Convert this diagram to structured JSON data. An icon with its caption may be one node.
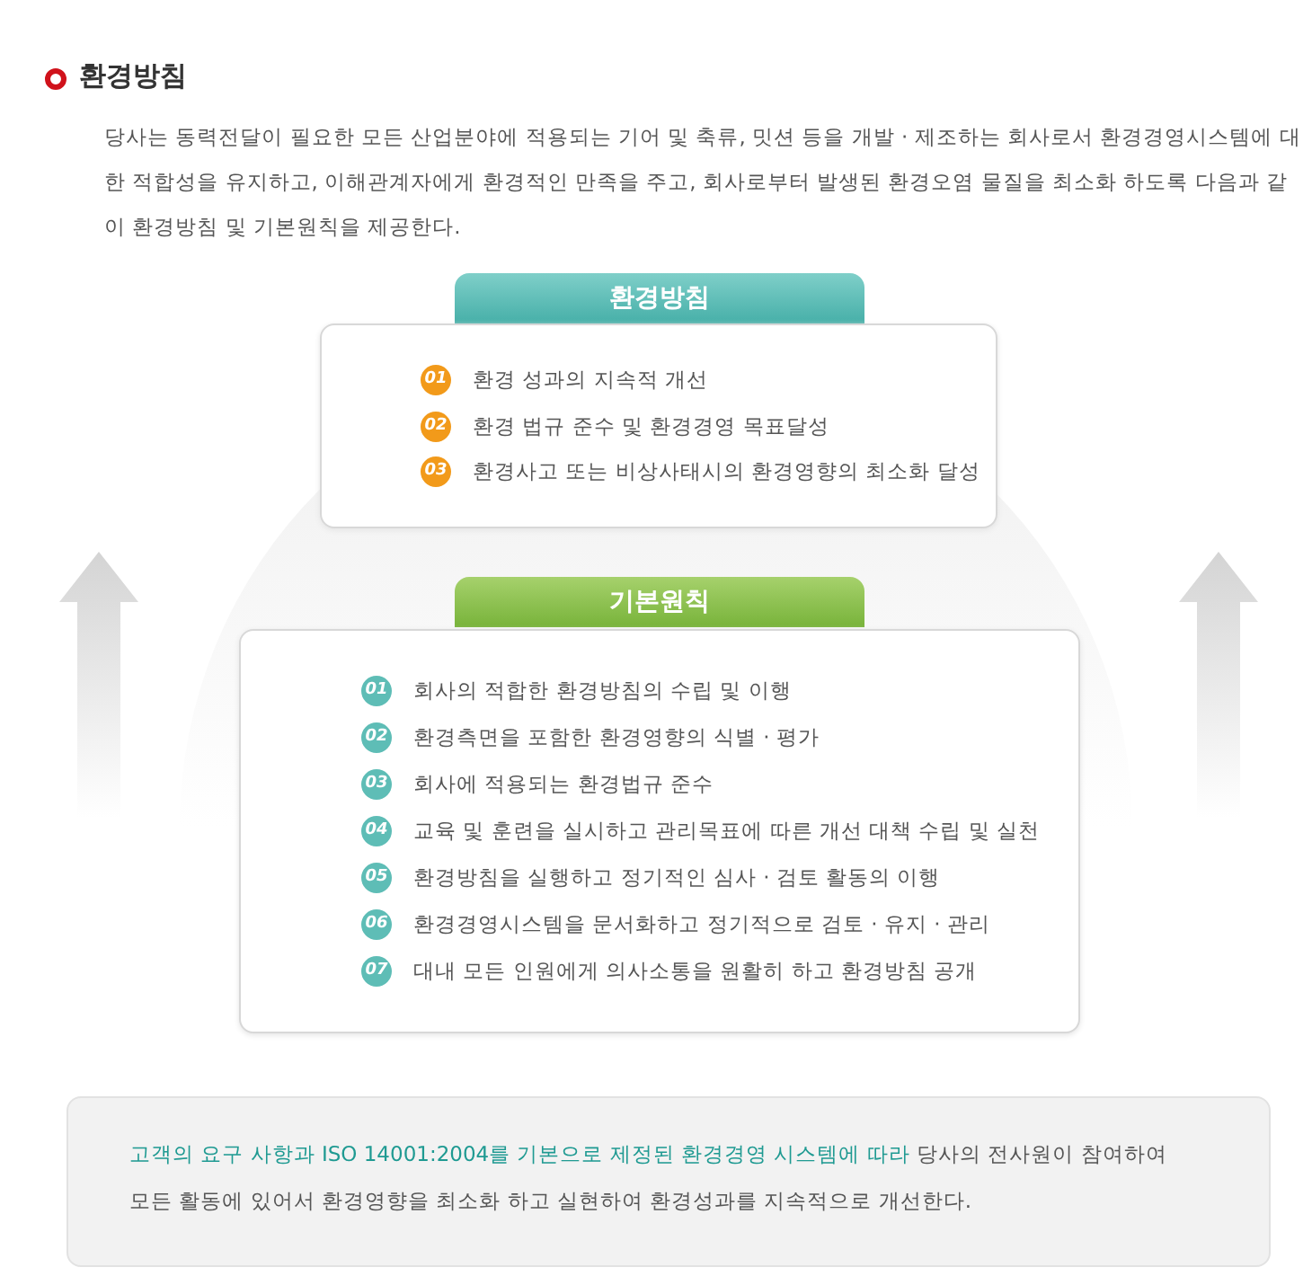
{
  "diagram": {
    "title": "환경방침",
    "nodes": [
      {
        "text": [
          "환경방침",
          "01",
          "환경 성과의 지속적 개선",
          "02",
          "환경 법규 준수 및 환경경영 목표달성",
          "03",
          "환경사고 또는 비상사태시의 환경영향의 최소화 달성"
        ]
      },
      {
        "text": [
          "기본원칙",
          "01",
          "회사의 적합한 환경방침의 수립 및 이행",
          "02",
          "환경측면을 포함한 환경영향의 식별 · 평가",
          "03",
          "회사에 적용되는 환경법규 준수",
          "04",
          "교육 및 훈련을 실시하고 관리목표에 따른 개선 대책 수립 및 실천",
          "05",
          "환경방침을 실행하고 정기적인 심사 · 검토 활동의 이행",
          "06",
          "환경경영시스템을 문서화하고 정기적으로 검토 · 유지 · 관리",
          "07",
          "대내 모든 인원에게 의사소통을 원활히 하고 환경방침 공개"
        ]
      },
      {
        "text": [
          "고객의 요구 사항과 ISO 14001:2004를 기본으로 제정된 환경경영 시스템에 따라",
          "당사의 전사원이 참여하여 모든 활동에 있어서 환경영향을 최소화 하고 실현하여 환경성과를 지속적으로 개선한다."
        ]
      }
    ],
    "labels": [
      "당사는 동력전달이 필요한 모든 산업분야에 적용되는 기어 및 축류, 밋션 등을 개발 · 제조하는 회사로서 환경경영시스템에 대한 적합성을 유지하고, 이해관계자에게 환경적인 만족을 주고, 회사로부터 발생된 환경오염 물질을 최소화 하도록 다음과 같이 환경방침 및 기본원칙을 제공한다."
    ]
  }
}
